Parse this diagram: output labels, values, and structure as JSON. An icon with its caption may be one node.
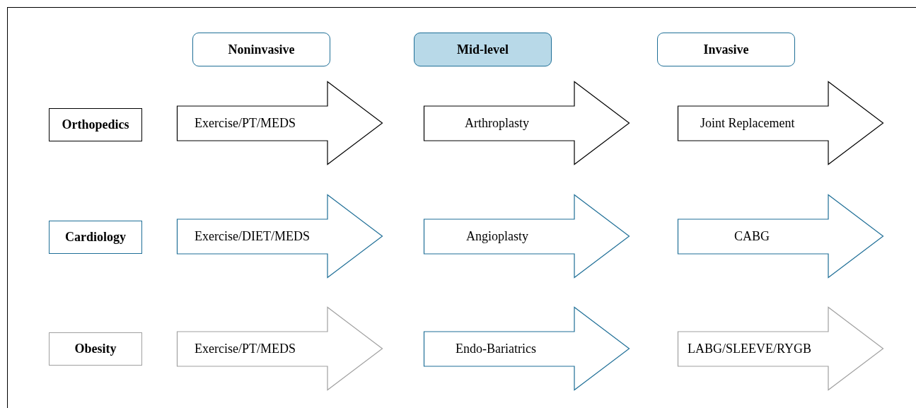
{
  "diagram": {
    "nodes": [
      {
        "text": [
          "Noninvasive"
        ]
      },
      {
        "text": [
          "Mid-level"
        ]
      },
      {
        "text": [
          "Invasive"
        ]
      },
      {
        "text": [
          "Orthopedics"
        ]
      },
      {
        "text": [
          "Exercise/PT/MEDS"
        ]
      },
      {
        "text": [
          "Arthroplasty"
        ]
      },
      {
        "text": [
          "Joint Replacement"
        ]
      },
      {
        "text": [
          "Cardiology"
        ]
      },
      {
        "text": [
          "Exercise/DIET/MEDS"
        ]
      },
      {
        "text": [
          "Angioplasty"
        ]
      },
      {
        "text": [
          "CABG"
        ]
      },
      {
        "text": [
          "Obesity"
        ]
      },
      {
        "text": [
          "Exercise/PT/MEDS"
        ]
      },
      {
        "text": [
          "Endo-Bariatrics"
        ]
      },
      {
        "text": [
          "LABG/SLEEVE/RYGB"
        ]
      }
    ]
  }
}
